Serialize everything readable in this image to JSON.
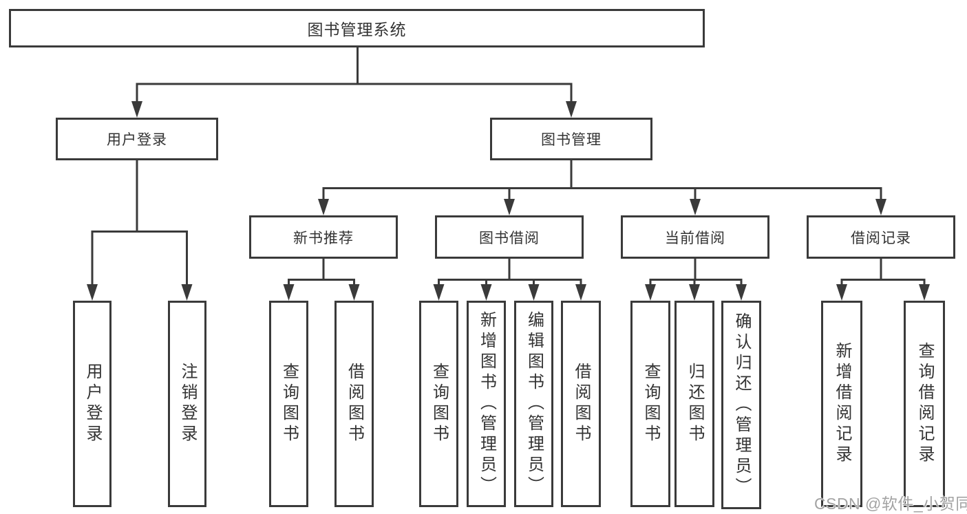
{
  "tree": {
    "label": "图书管理系统",
    "children": [
      {
        "label": "用户登录",
        "children": [
          {
            "label": "用户登录"
          },
          {
            "label": "注销登录"
          }
        ]
      },
      {
        "label": "图书管理",
        "children": [
          {
            "label": "新书推荐",
            "children": [
              {
                "label": "查询图书"
              },
              {
                "label": "借阅图书"
              }
            ]
          },
          {
            "label": "图书借阅",
            "children": [
              {
                "label": "查询图书"
              },
              {
                "label": "新增图书（管理员）"
              },
              {
                "label": "编辑图书（管理员）"
              },
              {
                "label": "借阅图书"
              }
            ]
          },
          {
            "label": "当前借阅",
            "children": [
              {
                "label": "查询图书"
              },
              {
                "label": "归还图书"
              },
              {
                "label": "确认归还（管理员）"
              }
            ]
          },
          {
            "label": "借阅记录",
            "children": [
              {
                "label": "新增借阅记录"
              },
              {
                "label": "查询借阅记录"
              }
            ]
          }
        ]
      }
    ]
  },
  "watermark": {
    "text": "CSDN @软件_小贺同学"
  },
  "colors": {
    "line": "#3a3a3a",
    "text": "#333333",
    "background": "#ffffff",
    "watermark": "#a3a3a3"
  }
}
